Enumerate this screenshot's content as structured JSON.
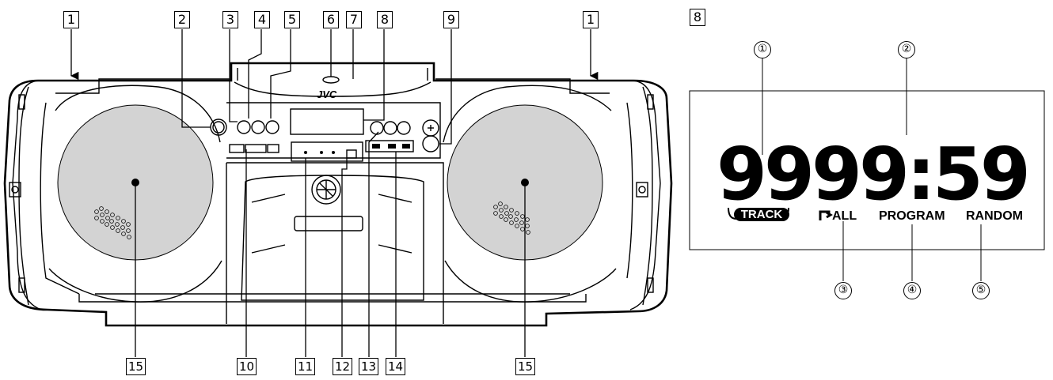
{
  "callouts": [
    "1",
    "2",
    "3",
    "4",
    "5",
    "6",
    "7",
    "8",
    "9",
    "1",
    "15",
    "10",
    "11",
    "12",
    "13",
    "14",
    "15"
  ],
  "brand": "JVC",
  "display": {
    "section": "8",
    "digits": "9999:59",
    "track_label": "TRACK",
    "all_label": "ALL",
    "program_label": "PROGRAM",
    "random_label": "RANDOM",
    "markers": [
      "①",
      "②",
      "③",
      "④",
      "⑤"
    ]
  }
}
